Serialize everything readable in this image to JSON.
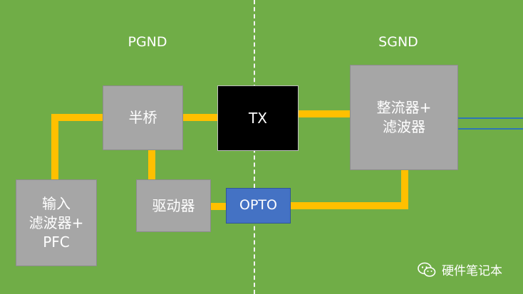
{
  "regions": {
    "left": "PGND",
    "right": "SGND"
  },
  "blocks": {
    "half_bridge": "半桥",
    "tx": "TX",
    "rectifier_filter": "整流器+\n滤波器",
    "input_filter_pfc": "输入\n滤波器+\nPFC",
    "driver": "驱动器",
    "opto": "OPTO"
  },
  "colors": {
    "background": "#70ad47",
    "wire": "#ffc000",
    "block_gray": "#a6a6a6",
    "block_tx": "#000000",
    "block_opto": "#4472c4",
    "output_lines": "#2e75b6"
  },
  "watermark": {
    "icon": "wechat-icon",
    "text": "硬件笔记本"
  }
}
